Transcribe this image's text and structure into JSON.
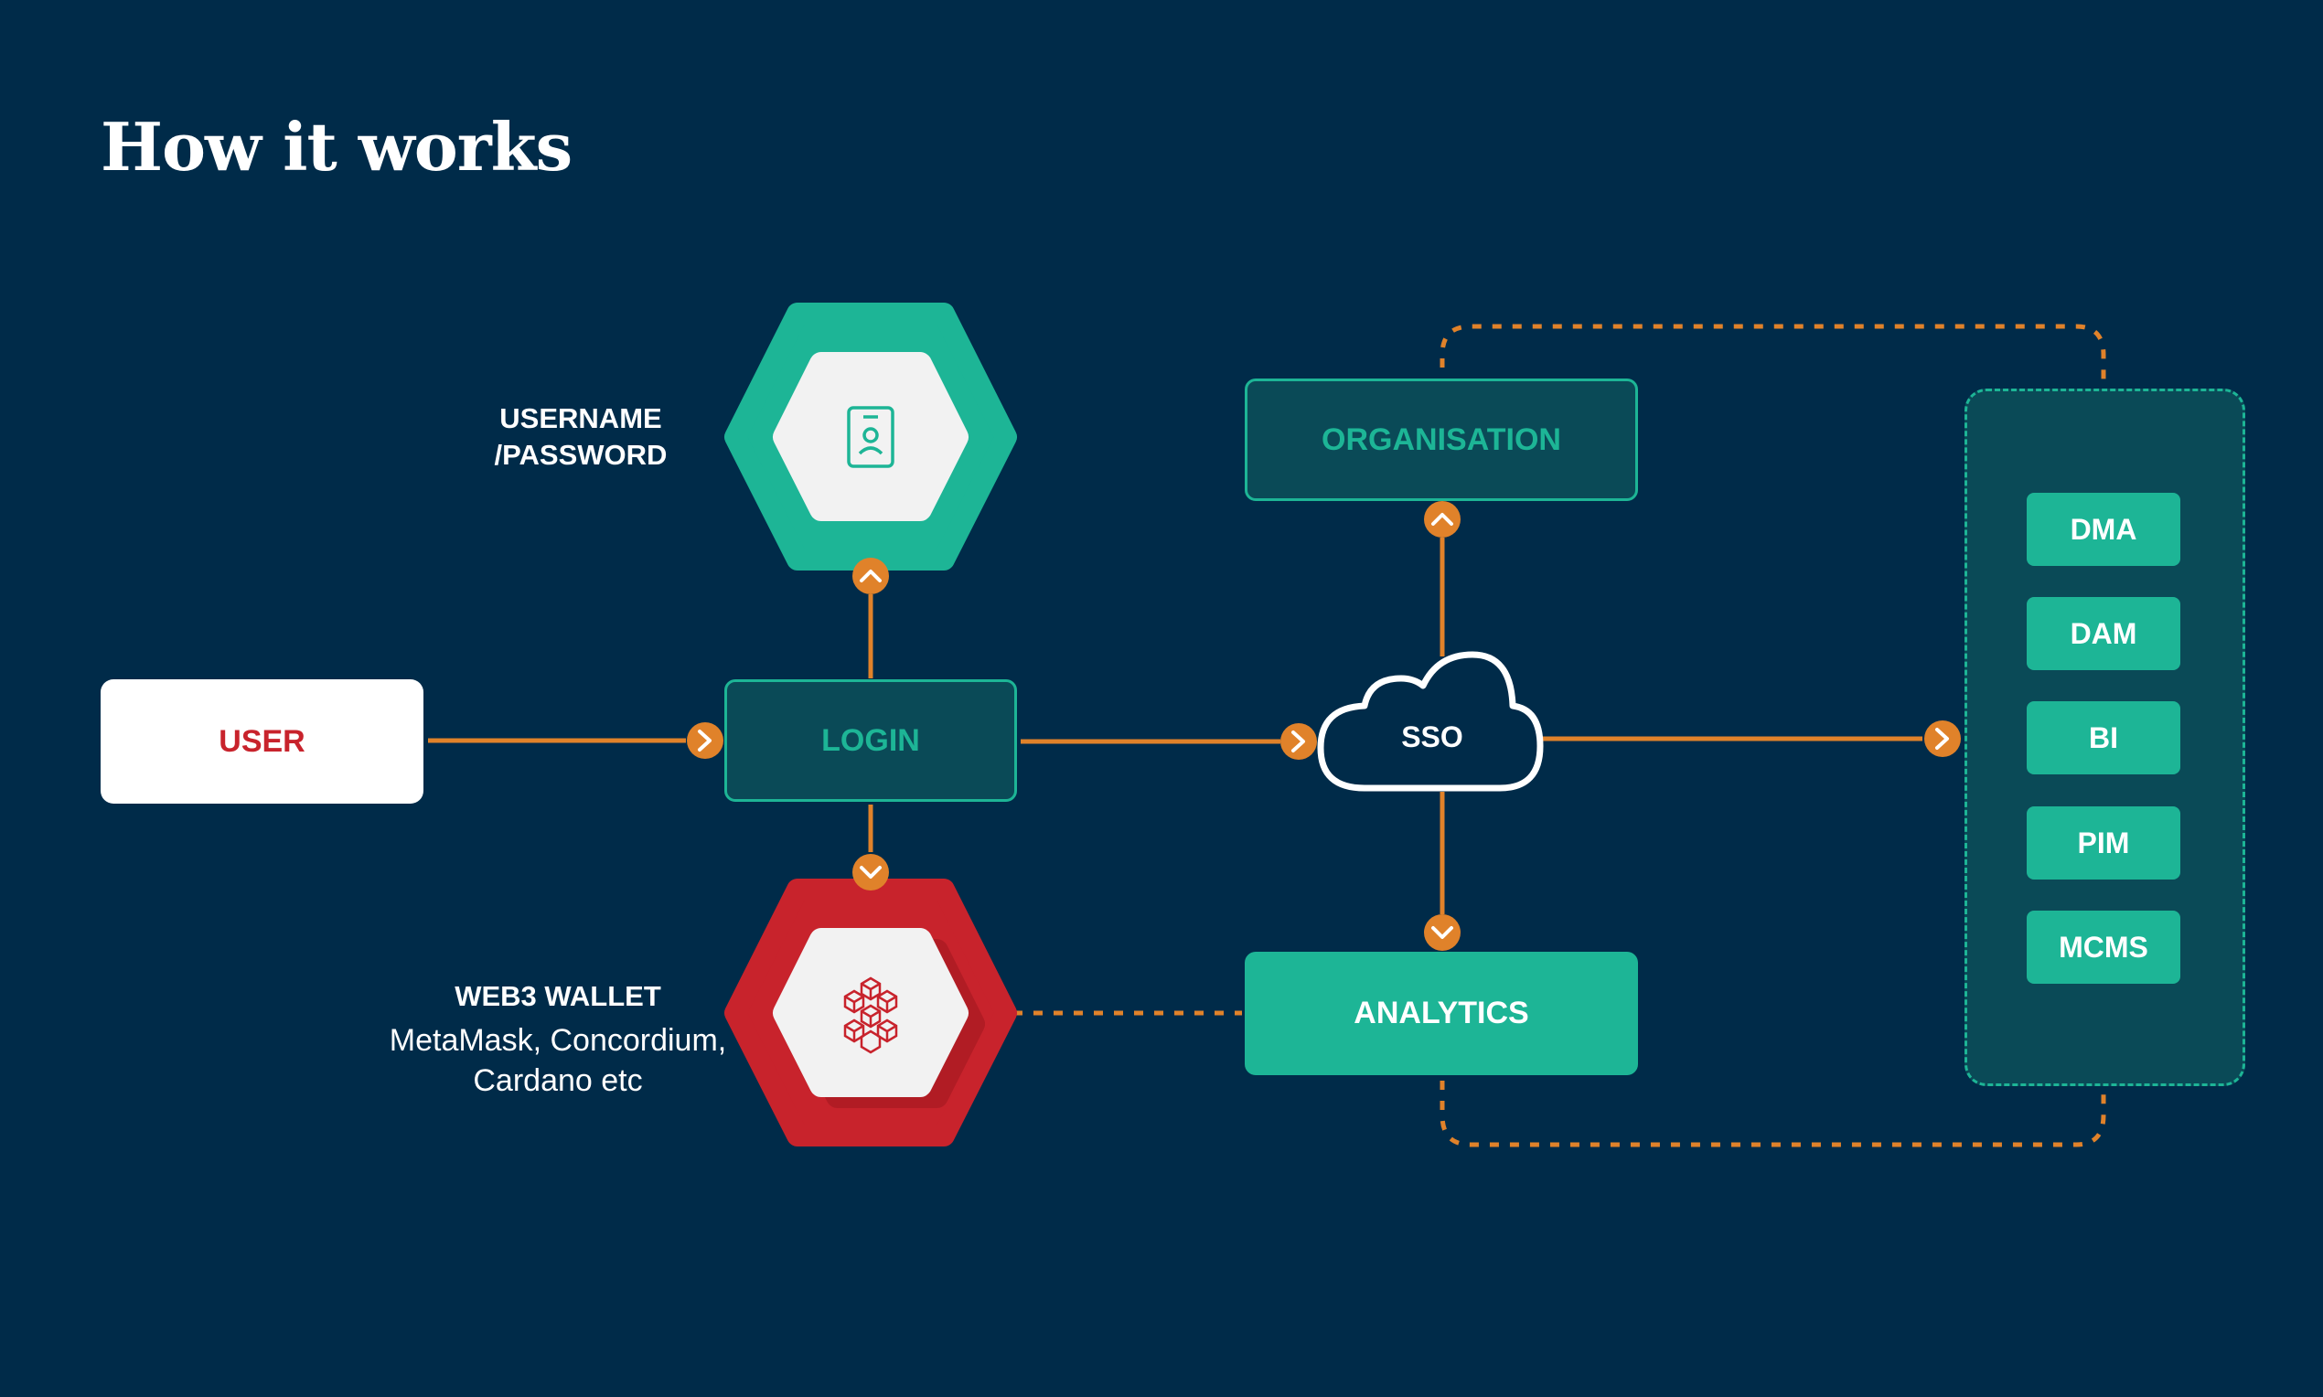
{
  "title": "How it works",
  "colors": {
    "background": "#002b49",
    "teal": "#1db596",
    "dark_teal": "#0a4a57",
    "orange": "#e0822a",
    "red": "#c8232c",
    "white": "#ffffff"
  },
  "nodes": {
    "user": "USER",
    "login": "LOGIN",
    "username_password": [
      "USERNAME",
      "/PASSWORD"
    ],
    "web3_wallet": {
      "title": "WEB3 WALLET",
      "examples": [
        "MetaMask, Concordium,",
        "Cardano etc"
      ]
    },
    "sso": "SSO",
    "organisation": "ORGANISATION",
    "analytics": "ANALYTICS"
  },
  "icons": {
    "username_password": "id-badge-icon",
    "web3_wallet": "blockchain-cubes-icon",
    "sso": "cloud-icon",
    "connector": "chevron-icon"
  },
  "services": [
    "DMA",
    "DAM",
    "BI",
    "PIM",
    "MCMS"
  ]
}
